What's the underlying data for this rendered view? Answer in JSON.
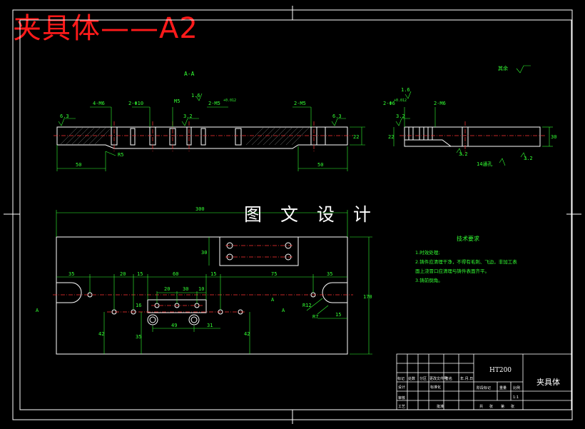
{
  "title": "夹具体——A2",
  "watermark": "图 文 设 计",
  "colors": {
    "background": "#000000",
    "outline": "#ffffff",
    "dimension": "#33ff33",
    "centerline": "#ff3333",
    "accent": "#ff1a1a"
  },
  "section_view": {
    "label": "A-A",
    "dims": [
      "4-M6",
      "2-Φ10",
      "M5",
      "2-M5",
      "2-M5",
      "50",
      "50",
      "R5",
      "22"
    ],
    "roughness": [
      "6.3",
      "3.2",
      "1.6",
      "6.3"
    ],
    "tolerance": "+0.012"
  },
  "side_view": {
    "dims": [
      "2-Φ6",
      "2-M6",
      "22",
      "30"
    ],
    "roughness": [
      "1.6",
      "3.2",
      "3.2",
      "3.2"
    ],
    "tolerance": "+0.012",
    "note": "14通孔"
  },
  "corner_note": "其余",
  "plan_view": {
    "overall_width": "300",
    "dims_top": [
      "35",
      "20",
      "15",
      "60",
      "15",
      "75",
      "35",
      "20",
      "30",
      "10"
    ],
    "dims_bottom": [
      "49",
      "31",
      "15"
    ],
    "dims_vertical": [
      "30",
      "16",
      "42",
      "35",
      "42",
      "170"
    ],
    "radii": [
      "R12",
      "R7"
    ],
    "section_mark": "A"
  },
  "technical_requirements": {
    "heading": "技术要求",
    "items": [
      "1.时效处理;",
      "2.铸件应清理干净，不得有毛刺、飞边，非加工表",
      "  面上浇冒口应清理与铸件表面齐平。",
      "3.铸前倒角。"
    ]
  },
  "title_block": {
    "material": "HT200",
    "part_name": "夹具体",
    "header_cells": [
      "标记",
      "处数",
      "分区",
      "更改文件号",
      "签名",
      "年.月.日"
    ],
    "left_rows": [
      "设计",
      "审核",
      "工艺"
    ],
    "standardization": "标准化",
    "stage_labels": [
      "阶段标记",
      "重量",
      "比例"
    ],
    "scale": "1:1",
    "approve": "批准",
    "sheet_labels": [
      "共",
      "张",
      "第",
      "张"
    ]
  }
}
